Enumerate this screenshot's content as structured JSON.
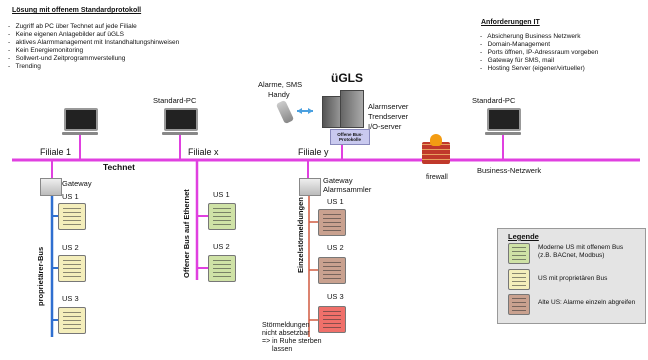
{
  "header": {
    "title": "Lösung mit offenem Standardprotokoll",
    "bullets": [
      "Zugriff ab PC über Technet auf jede Filiale",
      "Keine eigenen Anlagebilder auf üGLS",
      "aktives Alarmmanagement mit Instandhaltungshinweisen",
      "Kein Energiemonitoring",
      "Sollwert-und Zeitprogrammverstellung",
      "Trending"
    ]
  },
  "requirements": {
    "title": "Anforderungen  IT",
    "bullets": [
      "Absicherung Business Netzwerk",
      "Domain-Management",
      "Ports öffnen, IP-Adressraum vorgeben",
      "Gateway für SMS, mail",
      "Hosting Server (eigener/virtueller)"
    ]
  },
  "server": {
    "title": "üGLS",
    "alarm_label_1": "Alarme, SMS",
    "alarm_label_2": "Handy",
    "roles": [
      "Alarmserver",
      "Trendserver",
      "I/O-server"
    ],
    "protocol_box": "Offene Bus-\nProtokolle"
  },
  "network": {
    "pc_left": "Standard-PC",
    "pc_right": "Standard-PC",
    "filiale_1": "Filiale 1",
    "filiale_x": "Filiale x",
    "filiale_y": "Filiale y",
    "technet": "Technet",
    "firewall": "firewall",
    "business": "Business-Netzwerk"
  },
  "branch1": {
    "gateway": "Gateway",
    "bus": "proprietärer-Bus",
    "units": [
      "US 1",
      "US 2",
      "US 3"
    ]
  },
  "branchx": {
    "bus": "Offener Bus auf Ethernet",
    "units": [
      "US 1",
      "US 2"
    ]
  },
  "branchy": {
    "gateway_1": "Gateway",
    "gateway_2": "Alarmsammler",
    "bus": "Einzelstörmeldungen",
    "units": [
      "US 1",
      "US 2",
      "US 3"
    ],
    "note": [
      "Störmeldungen",
      "nicht absetzbar",
      "=> in Ruhe sterben",
      "lassen"
    ]
  },
  "legend": {
    "title": "Legende",
    "items": [
      {
        "text": "Moderne US mit offenem Bus\n(z.B. BACnet, Modbus)",
        "color": "#cfe2a6"
      },
      {
        "text": "US mit proprietären Bus",
        "color": "#f4eebb"
      },
      {
        "text": "Alte US: Alarme einzeln abgreifen",
        "color": "#c9a18f"
      }
    ]
  },
  "colors": {
    "network_line": "#e040e0",
    "bus_line": "#2f6fd0",
    "legend_bg": "#e4e4e4"
  }
}
